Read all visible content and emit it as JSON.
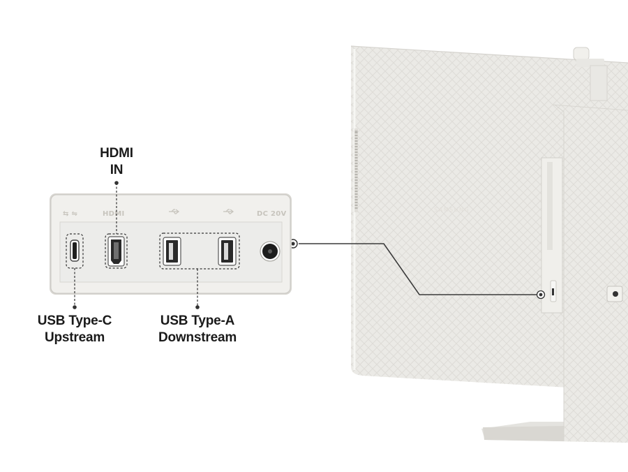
{
  "callouts": {
    "hdmi_in": [
      "HDMI",
      "IN"
    ],
    "usb_c_upstream": [
      "USB Type-C",
      "Upstream"
    ],
    "usb_a_downstream": [
      "USB Type-A",
      "Downstream"
    ]
  },
  "panel_labels": {
    "hdmi": "HDMI",
    "dc": "DC 20V"
  },
  "monitor": {
    "brand": "SAMSUNG"
  },
  "colors": {
    "monitor_body": "#ececea",
    "panel": "#f1f0ed",
    "panel_border": "#c9c7c2",
    "port": "#202020",
    "leader_line": "#3a3a3a"
  },
  "icons": [
    "usb-icon",
    "hdmi-icon",
    "usb-c-port-icon",
    "hdmi-port-icon",
    "usb-a-port-icon",
    "dc-power-jack-icon"
  ]
}
